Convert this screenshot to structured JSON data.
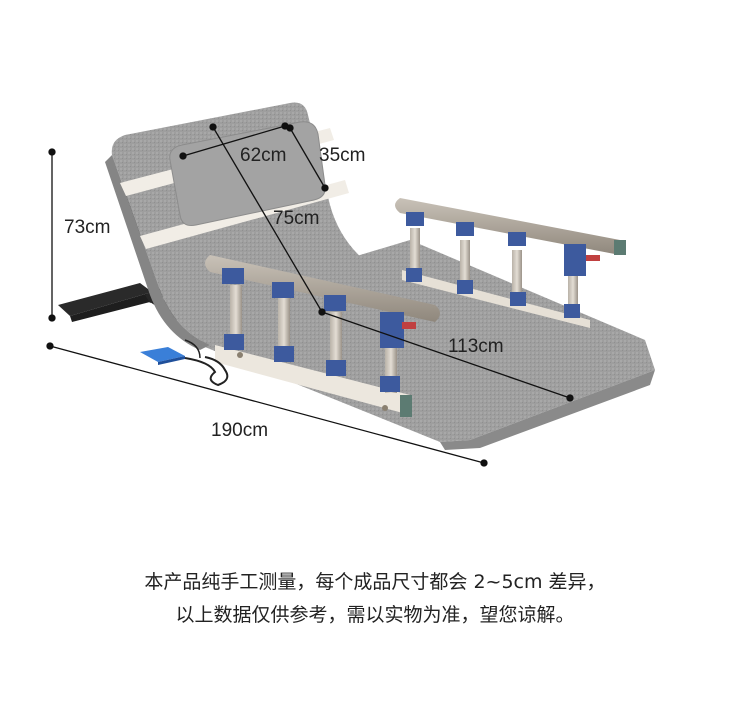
{
  "dimensions": {
    "height": "73cm",
    "length": "190cm",
    "backrest_width": "62cm",
    "pillow_width": "35cm",
    "backrest_length": "75cm",
    "flat_length": "113cm"
  },
  "note": {
    "line1": "本产品纯手工测量，每个成品尺寸都会 2~5cm 差异，",
    "line2": "以上数据仅供参考，需以实物为准，望您谅解。"
  },
  "colors": {
    "mattress": "#9c9c9c",
    "rail_bar": "#a9a198",
    "bracket_blue": "#3d5a9e",
    "frame": "#2a2a2a"
  }
}
